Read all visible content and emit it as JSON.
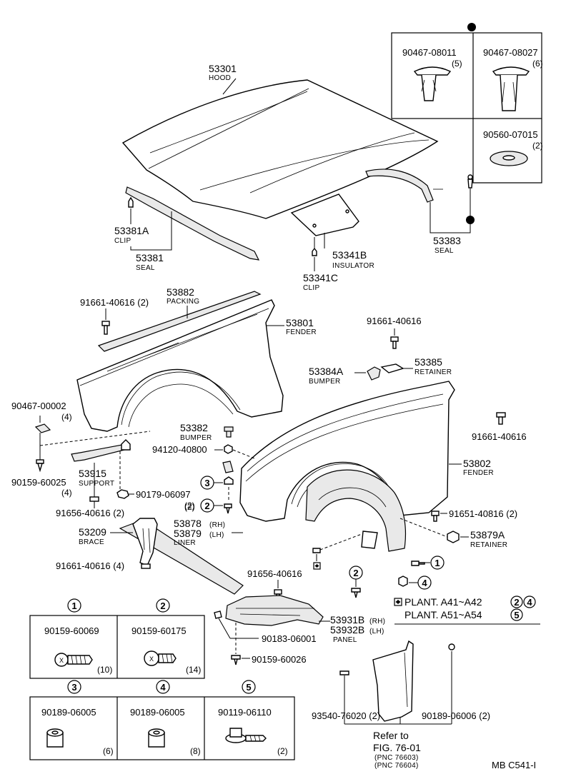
{
  "parts": {
    "hood": {
      "num": "53301",
      "name": "HOOD"
    },
    "clip_a": {
      "num": "53381A",
      "name": "CLIP"
    },
    "seal_53381": {
      "num": "53381",
      "name": "SEAL"
    },
    "insulator": {
      "num": "53341B",
      "name": "INSULATOR"
    },
    "clip_c": {
      "num": "53341C",
      "name": "CLIP"
    },
    "seal_53383": {
      "num": "53383",
      "name": "SEAL"
    },
    "packing": {
      "num": "53882",
      "name": "PACKING"
    },
    "fender_53801": {
      "num": "53801",
      "name": "FENDER"
    },
    "bolt_91661_a": {
      "num": "91661-40616 (2)"
    },
    "bolt_91661_b": {
      "num": "91661-40616"
    },
    "bumper_53384a": {
      "num": "53384A",
      "name": "BUMPER"
    },
    "retainer_53385": {
      "num": "53385",
      "name": "RETAINER"
    },
    "bolt_91661_c": {
      "num": "91661-40616"
    },
    "clip_90467_00002": {
      "num": "90467-00002",
      "qty": "(4)"
    },
    "bumper_53382": {
      "num": "53382",
      "name": "BUMPER"
    },
    "nut_94120": {
      "num": "94120-40800"
    },
    "fender_53802": {
      "num": "53802",
      "name": "FENDER"
    },
    "screw_90159_60025": {
      "num": "90159-60025",
      "qty": "(4)"
    },
    "support_53915": {
      "num": "53915",
      "name": "SUPPORT"
    },
    "nut_90179": {
      "num": "90179-06097",
      "qty": "(2)"
    },
    "bolt_91656_a": {
      "num": "91656-40616 (2)"
    },
    "liner_rh": {
      "num": "53878",
      "side": "(RH)"
    },
    "liner_lh": {
      "num": "53879",
      "side": "(LH)",
      "name": "LINER"
    },
    "bolt_91651": {
      "num": "91651-40816 (2)"
    },
    "retainer_53879a": {
      "num": "53879A",
      "name": "RETAINER"
    },
    "brace_53209": {
      "num": "53209",
      "name": "BRACE"
    },
    "bolt_91661_d": {
      "num": "91661-40616 (4)"
    },
    "bolt_91656_b": {
      "num": "91656-40616"
    },
    "panel_rh": {
      "num": "53931B",
      "side": "(RH)"
    },
    "panel_lh": {
      "num": "53932B",
      "side": "(LH)",
      "name": "PANEL"
    },
    "screw_90183": {
      "num": "90183-06001"
    },
    "screw_90159_60026": {
      "num": "90159-60026"
    },
    "screw_93540": {
      "num": "93540-76020 (2)"
    },
    "screw_90189_06006": {
      "num": "90189-06006 (2)"
    }
  },
  "inset_top": {
    "a": {
      "num": "90467-08011",
      "qty": "(5)"
    },
    "b": {
      "num": "90467-08027",
      "qty": "(6)"
    },
    "c": {
      "num": "90560-07015",
      "qty": "(2)"
    }
  },
  "callout_labels": {
    "c1": "1",
    "c2": "2",
    "c3": "3",
    "c4": "4",
    "c5": "5"
  },
  "plant_notes": {
    "line1": "PLANT. A41~A42",
    "line2": "PLANT. A51~A54"
  },
  "inset_bottom": [
    {
      "callout": "1",
      "num": "90159-60069",
      "qty": "(10)"
    },
    {
      "callout": "2",
      "num": "90159-60175",
      "qty": "(14)"
    },
    {
      "callout": "3",
      "num": "90189-06005",
      "qty": "(6)"
    },
    {
      "callout": "4",
      "num": "90189-06005",
      "qty": "(8)"
    },
    {
      "callout": "5",
      "num": "90119-06110",
      "qty": "(2)"
    }
  ],
  "refer": {
    "line1": "Refer to",
    "line2": "FIG. 76-01",
    "line3": "(PNC 76603)",
    "line4": "(PNC 76604)"
  },
  "page_code": "MB  C541-I"
}
